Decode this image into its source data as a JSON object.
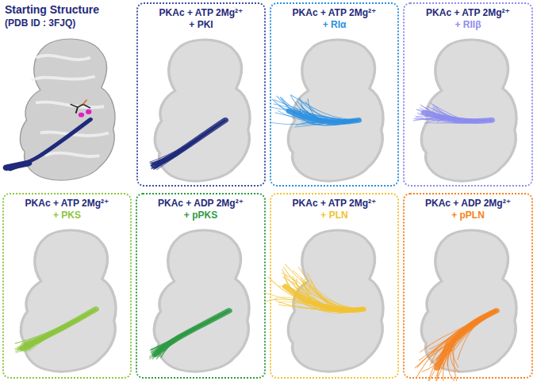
{
  "diagram": {
    "nodes": [
      {
        "text": [
          "PKAc + ATP 2Mg²⁺",
          "+ PKI"
        ]
      },
      {
        "text": [
          "PKAc + ATP 2Mg²⁺",
          "+ RIα"
        ]
      },
      {
        "text": [
          "PKAc + ATP 2Mg²⁺",
          "+ RIIβ"
        ]
      },
      {
        "text": [
          "PKAc + ATP 2Mg²⁺",
          "+ PKS"
        ]
      },
      {
        "text": [
          "PKAc + ADP 2Mg²⁺",
          "+ pPKS"
        ]
      },
      {
        "text": [
          "PKAc + ATP 2Mg²⁺",
          "+ PLN"
        ]
      },
      {
        "text": [
          "PKAc + ADP 2Mg²⁺",
          "+ pPLN"
        ]
      }
    ],
    "edges": [],
    "labels": [
      "Starting Structure",
      "(PDB ID : 3FJQ)"
    ]
  }
}
